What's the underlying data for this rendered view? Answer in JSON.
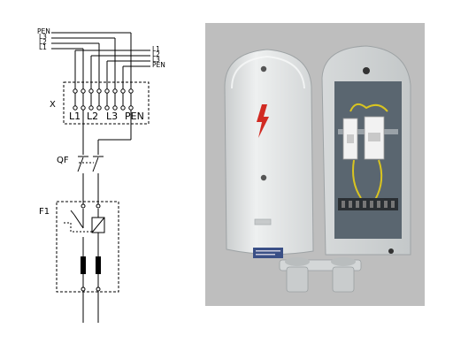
{
  "diagram": {
    "bus_left_labels": [
      "PEN",
      "L3",
      "L2",
      "L1"
    ],
    "bus_right_labels": [
      "L1",
      "L2",
      "L3",
      "PEN"
    ],
    "terminal_block_label": "X",
    "terminal_labels": [
      "L1",
      "L2",
      "L3",
      "PEN"
    ],
    "breaker_label": "QF",
    "rcd_label": "F1"
  },
  "photo": {
    "warning_symbol": "lightning-bolt-icon",
    "colors": {
      "background": "#bebebe",
      "enclosure": "#e4e6e6",
      "interior": "#5a6670",
      "warning": "#d12a22"
    }
  }
}
